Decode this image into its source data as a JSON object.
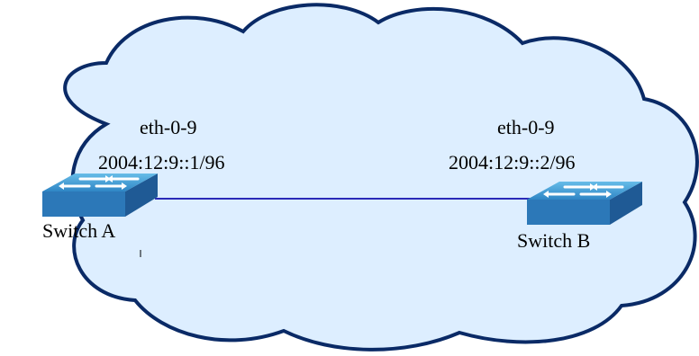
{
  "nodes": [
    {
      "id": "switch-a",
      "name": "Switch A",
      "port": "eth-0-9",
      "ip": "2004:12:9::1/96"
    },
    {
      "id": "switch-b",
      "name": "Switch B",
      "port": "eth-0-9",
      "ip": "2004:12:9::2/96"
    }
  ],
  "links": [
    {
      "from": "switch-a",
      "to": "switch-b",
      "color": "#2a2ab8"
    }
  ],
  "colors": {
    "cloud_fill": "#ddeeff",
    "cloud_stroke": "#0a2a66",
    "switch_top": "#4aa3d8",
    "switch_side": "#1f5a95",
    "switch_front": "#2c78b8",
    "arrow": "#ffffff"
  }
}
